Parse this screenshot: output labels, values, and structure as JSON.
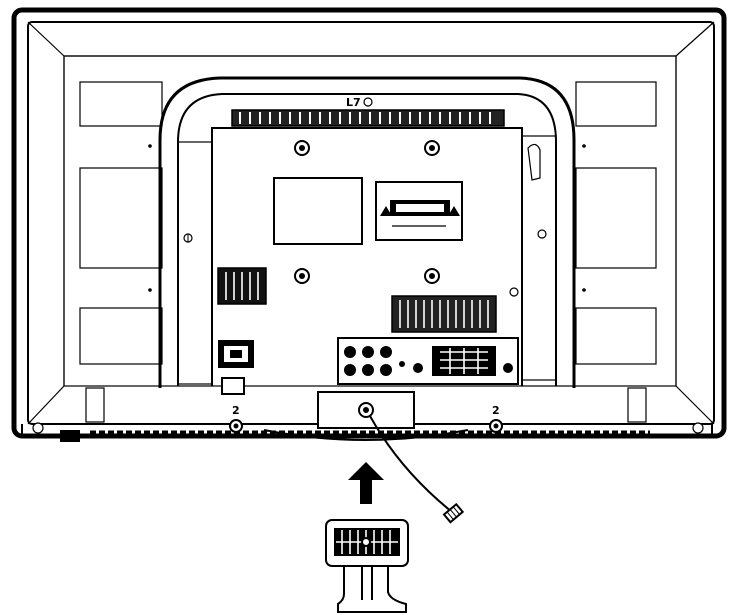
{
  "labels": {
    "screw_marker_left": "2",
    "screw_marker_right": "2",
    "top_marker": "L7"
  }
}
